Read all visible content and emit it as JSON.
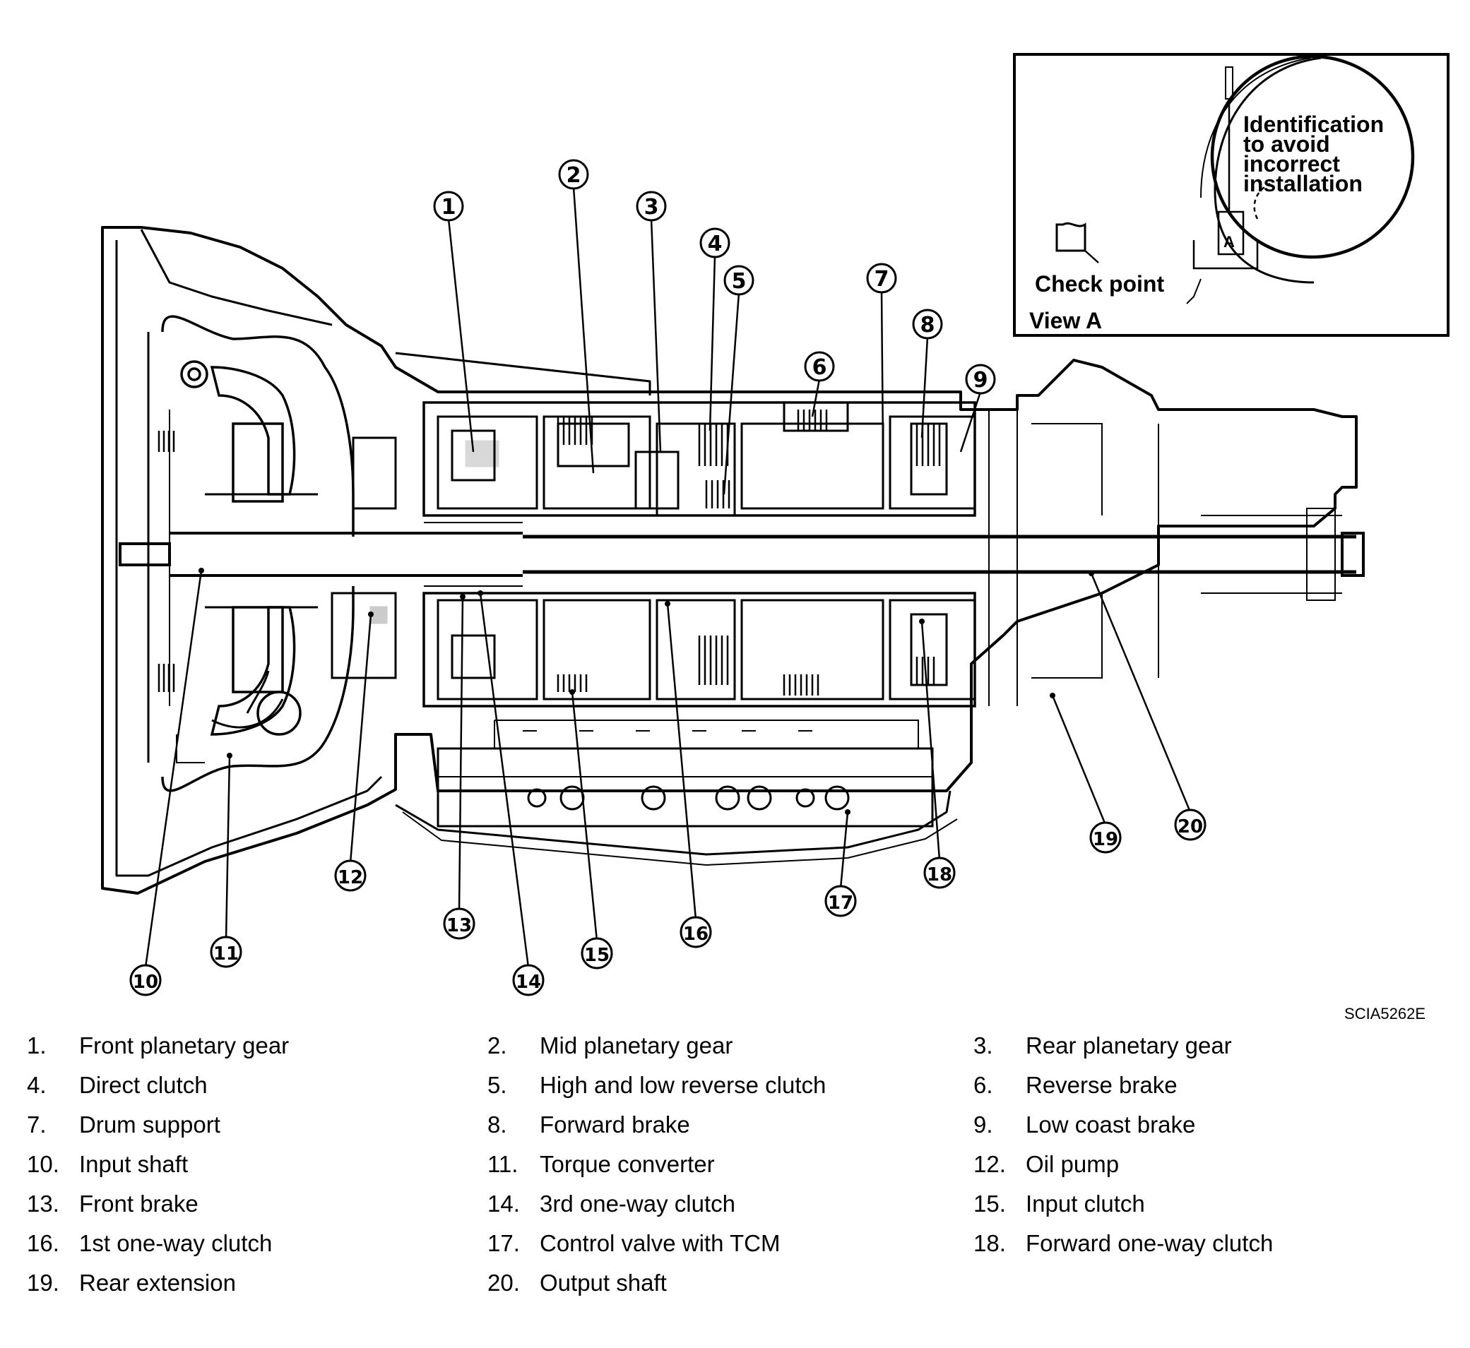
{
  "figure_code": "SCIA5262E",
  "inset": {
    "identification_lines": [
      "Identification",
      "to avoid",
      "incorrect",
      "installation"
    ],
    "check_point": "Check point",
    "view": "View A",
    "marker": "A"
  },
  "callouts": [
    "1",
    "2",
    "3",
    "4",
    "5",
    "6",
    "7",
    "8",
    "9",
    "10",
    "11",
    "12",
    "13",
    "14",
    "15",
    "16",
    "17",
    "18",
    "19",
    "20"
  ],
  "legend": [
    {
      "num": "1.",
      "label": "Front planetary gear"
    },
    {
      "num": "2.",
      "label": "Mid planetary gear"
    },
    {
      "num": "3.",
      "label": "Rear planetary gear"
    },
    {
      "num": "4.",
      "label": "Direct clutch"
    },
    {
      "num": "5.",
      "label": "High and low reverse clutch"
    },
    {
      "num": "6.",
      "label": "Reverse brake"
    },
    {
      "num": "7.",
      "label": "Drum support"
    },
    {
      "num": "8.",
      "label": "Forward brake"
    },
    {
      "num": "9.",
      "label": "Low coast brake"
    },
    {
      "num": "10.",
      "label": "Input shaft"
    },
    {
      "num": "11.",
      "label": "Torque converter"
    },
    {
      "num": "12.",
      "label": "Oil pump"
    },
    {
      "num": "13.",
      "label": "Front brake"
    },
    {
      "num": "14.",
      "label": "3rd one-way clutch"
    },
    {
      "num": "15.",
      "label": "Input clutch"
    },
    {
      "num": "16.",
      "label": "1st one-way clutch"
    },
    {
      "num": "17.",
      "label": "Control valve with TCM"
    },
    {
      "num": "18.",
      "label": "Forward one-way clutch"
    },
    {
      "num": "19.",
      "label": "Rear extension"
    },
    {
      "num": "20.",
      "label": "Output shaft"
    }
  ]
}
